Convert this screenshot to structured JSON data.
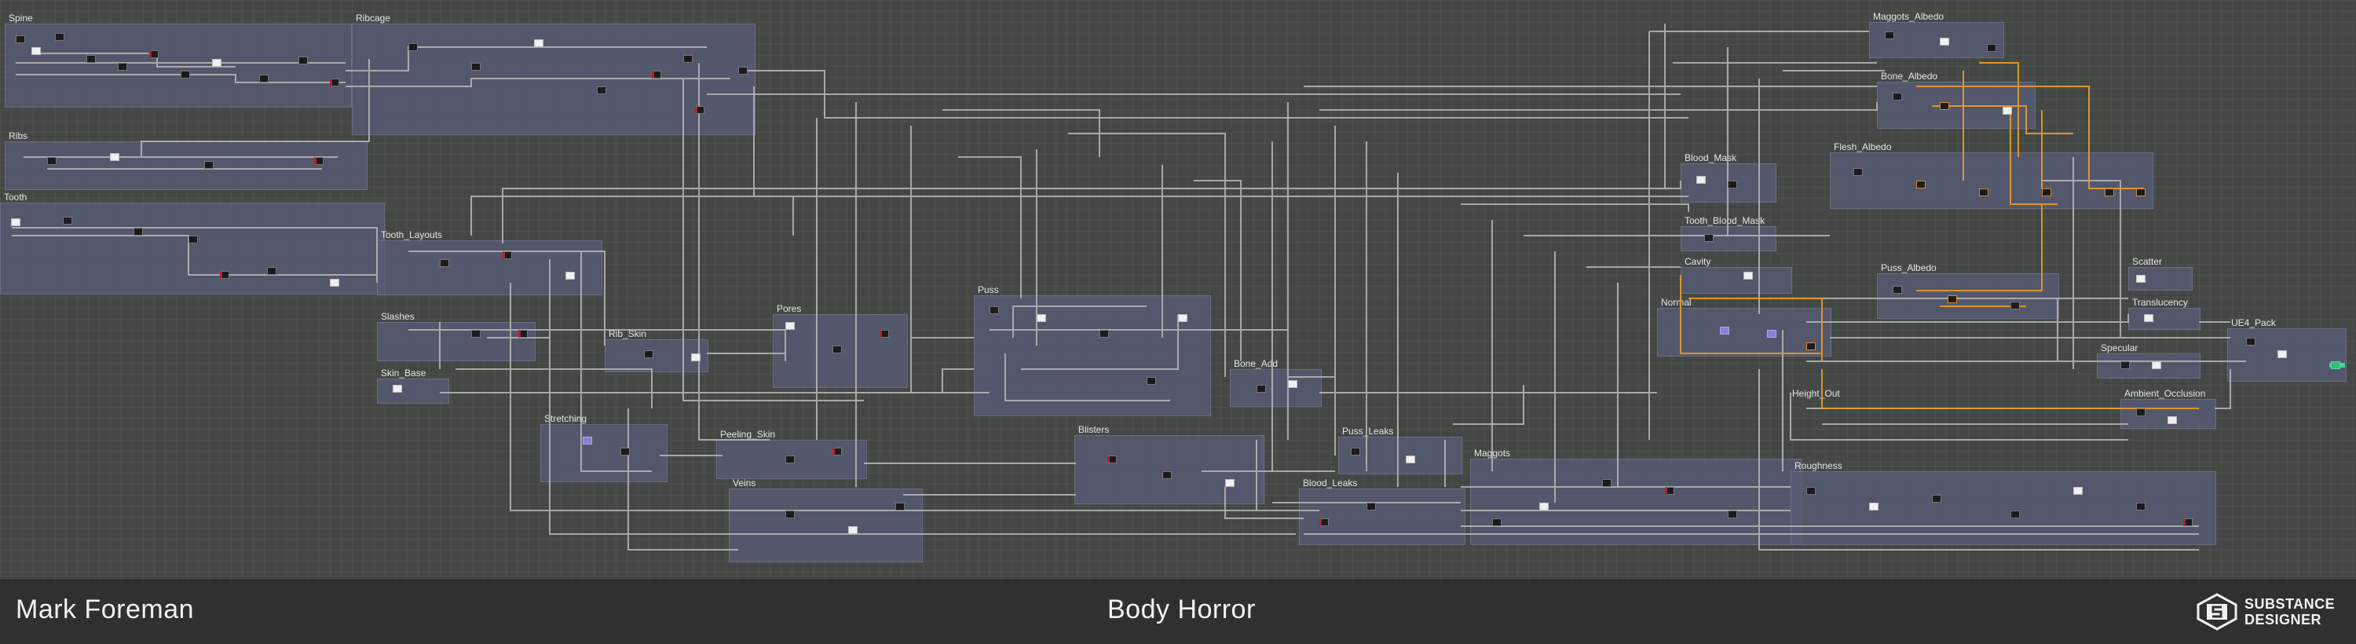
{
  "graph": {
    "frames": {
      "spine": "Spine",
      "ribcage": "Ribcage",
      "ribs": "Ribs",
      "tooth": "Tooth",
      "tooth_layouts": "Tooth_Layouts",
      "slashes": "Slashes",
      "skin_base": "Skin_Base",
      "rib_skin": "Rib_Skin",
      "pores": "Pores",
      "stretching": "Stretching",
      "peeling_skin": "Peeling_Skin",
      "veins": "Veins",
      "puss": "Puss",
      "blisters": "Blisters",
      "bone_add": "Bone_Add",
      "puss_leaks": "Puss_Leaks",
      "blood_leaks": "Blood_Leaks",
      "maggots": "Maggots",
      "blood_mask": "Blood_Mask",
      "tooth_blood_mask": "Tooth_Blood_Mask",
      "cavity": "Cavity",
      "normal": "Normal",
      "flesh_albedo": "Flesh_Albedo",
      "maggots_albedo": "Maggots_Albedo",
      "bone_albedo": "Bone_Albedo",
      "puss_albedo": "Puss_Albedo",
      "height_out": "Height_Out",
      "roughness": "Roughness",
      "scatter": "Scatter",
      "translucency": "Translucency",
      "ue4_pack": "UE4_Pack",
      "specular": "Specular",
      "ambient_occlusion": "Ambient_Occlusion"
    }
  },
  "footer": {
    "author": "Mark Foreman",
    "project": "Body Horror",
    "logo_line1": "SUBSTANCE",
    "logo_line2": "DESIGNER"
  },
  "colors": {
    "canvas_bg": "#434845",
    "frame_bg": "#585b76",
    "wire": "#b9b9b9",
    "wire_selected": "#e39a2c",
    "footer_bg": "#2f3030",
    "node_red": "#b7212a",
    "node_output": "#36b97a"
  }
}
